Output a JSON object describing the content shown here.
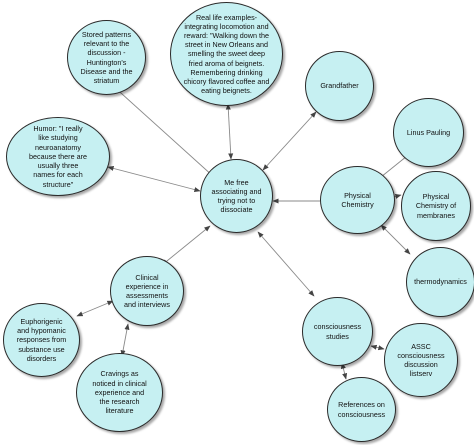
{
  "colors": {
    "node_fill": "#c6f0f2",
    "node_border": "#2a2a2a",
    "link": "#8a8a8a"
  },
  "nodes": {
    "center": "Me free\nassociating and\ntrying not to\ndissociate",
    "stored": "Stored patterns\nrelevant to the\ndiscussion -\nHuntington's\nDisease and the\nstriatum",
    "reallife": "Real life examples-\nintegrating locomotion and\nreward:  \"Walking down the\nstreet in New Orleans and\nsmelling the sweet deep\nfried aroma of beignets.\nRemembering drinking\nchicory flavored coffee and\neating beignets.",
    "grandfather": "Grandfather",
    "linus": "Linus Pauling",
    "humor": "Humor:  \"I really\nlike studying\nneuroanatomy\nbecause there are\nusually three\nnames for each\nstructure\"",
    "physchem": "Physical\nChemistry",
    "physchem_membranes": "Physical\nChemistry of\nmembranes",
    "thermo": "thermodynamics",
    "clinical": "Clinical\nexperience in\nassessments\nand interviews",
    "euphoric": "Euphorigenic\nand hypomanic\nresponses from\nsubstance use\ndisorders",
    "consciousness": "consciousness\nstudies",
    "assc": "ASSC\nconsciousness\ndiscussion\nlistserv",
    "cravings": "Cravings as\nnoticed in clinical\nexperience and\nthe research\nliterature",
    "references": "References on\nconsciousness"
  }
}
